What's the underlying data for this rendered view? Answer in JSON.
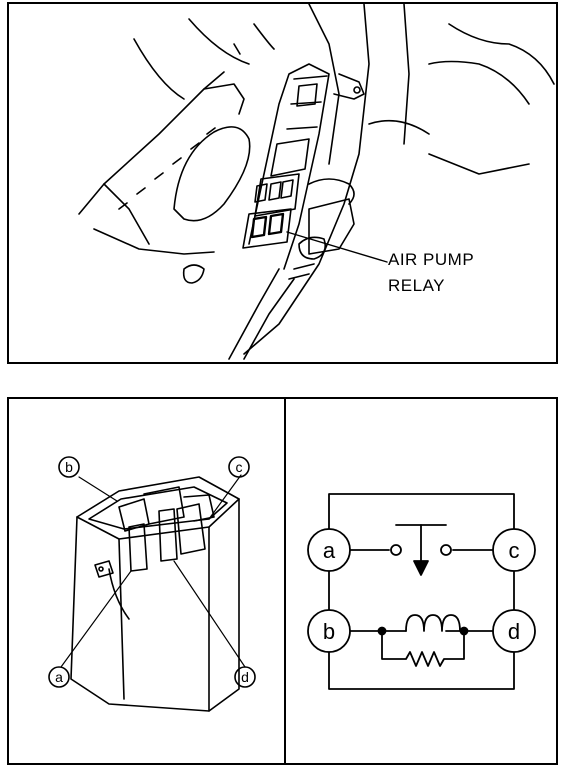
{
  "top": {
    "callout_line1": "AIR PUMP",
    "callout_line2": "RELAY"
  },
  "relay_pins": {
    "a": "a",
    "b": "b",
    "c": "c",
    "d": "d"
  },
  "schematic": {
    "a": "a",
    "b": "b",
    "c": "c",
    "d": "d"
  }
}
